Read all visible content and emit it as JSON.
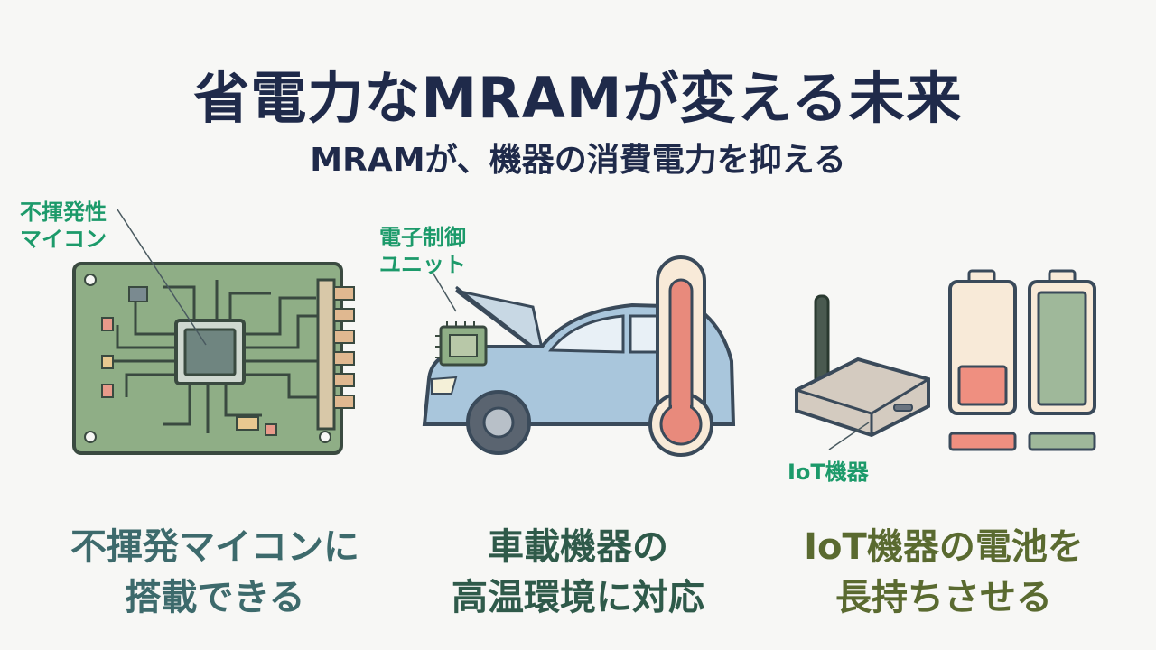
{
  "title": "省電力なMRAMが変える未来",
  "subtitle": "MRAMが、機器の消費電力を抑える",
  "panels": [
    {
      "callout": "不揮発性\nマイコン",
      "caption": "不揮発マイコンに\n搭載できる"
    },
    {
      "callout": "電子制御\nユニット",
      "caption": "車載機器の\n高温環境に対応"
    },
    {
      "callout": "IoT機器",
      "caption": "IoT機器の電池を\n長持ちさせる"
    }
  ],
  "colors": {
    "title": "#1f2a4a",
    "callout": "#1c9a6a",
    "caption_1": "#3d6a6c",
    "caption_2": "#2f5a4a",
    "caption_3": "#5a6a30",
    "board_green": "#8fae86",
    "car_blue": "#a9c6dc",
    "thermo_red": "#e88a7c",
    "battery_low": "#ef8f80",
    "battery_full": "#9fb89a"
  }
}
